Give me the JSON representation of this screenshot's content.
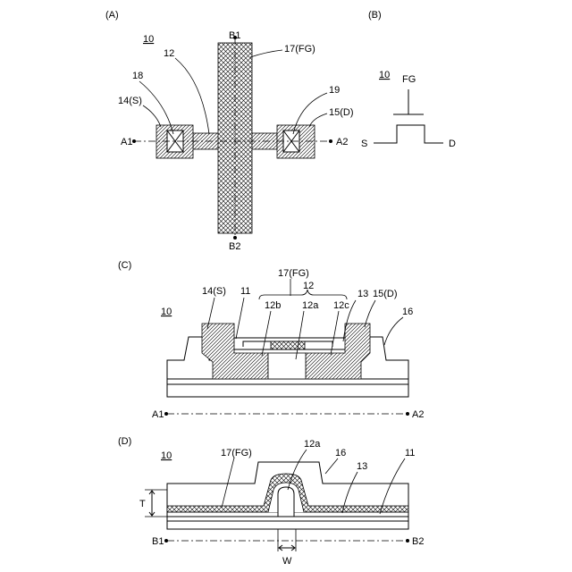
{
  "panels": {
    "a": {
      "label": "(A)",
      "ref": "10",
      "labels": {
        "b1": "B1",
        "b2": "B2",
        "a1": "A1",
        "a2": "A2",
        "gate": "17(FG)",
        "ch": "12",
        "src": "14(S)",
        "drn": "15(D)",
        "c18": "18",
        "c19": "19"
      }
    },
    "b": {
      "label": "(B)",
      "ref": "10",
      "labels": {
        "fg": "FG",
        "s": "S",
        "d": "D"
      }
    },
    "c": {
      "label": "(C)",
      "ref": "10",
      "labels": {
        "gate": "17(FG)",
        "ch": "12",
        "src": "14(S)",
        "l11": "11",
        "l12b": "12b",
        "l12a": "12a",
        "l12c": "12c",
        "l13": "13",
        "drn": "15(D)",
        "l16": "16",
        "a1": "A1",
        "a2": "A2"
      }
    },
    "d": {
      "label": "(D)",
      "ref": "10",
      "labels": {
        "gate": "17(FG)",
        "l12a": "12a",
        "l16": "16",
        "l13": "13",
        "l11": "11",
        "t": "T",
        "w": "W",
        "b1": "B1",
        "b2": "B2"
      }
    }
  }
}
